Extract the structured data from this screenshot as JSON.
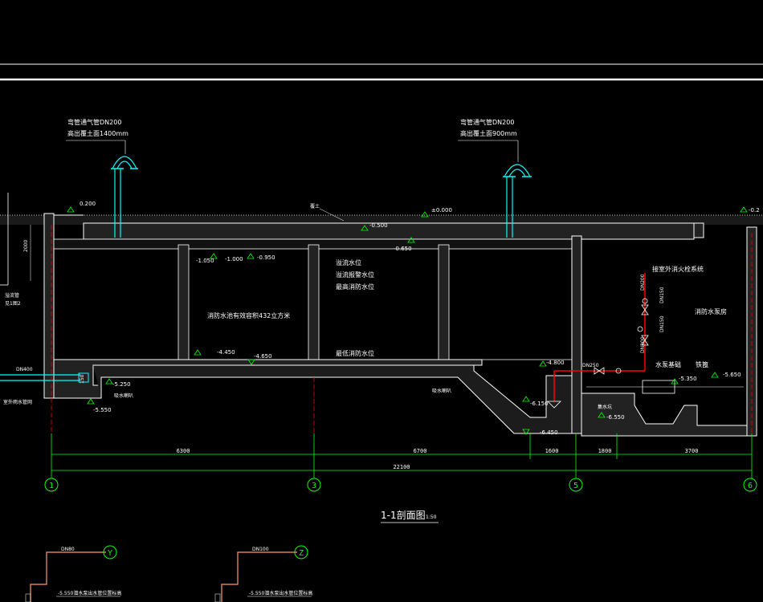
{
  "drawing": {
    "title": "1-1剖面图",
    "scale": "1:50",
    "colors": {
      "background": "#000000",
      "outline": "#ffffff",
      "dimension": "#00ff00",
      "pipe": "#00ffff",
      "fire_pipe": "#ff0000",
      "drain_pipe": "#ff9966",
      "level_mark": "#00ff00"
    },
    "vents": [
      {
        "label1": "弯管通气管DN200",
        "label2": "高出覆土面1400mm"
      },
      {
        "label1": "弯管通气管DN200",
        "label2": "高出覆土面900mm"
      }
    ],
    "elevations": {
      "e_0200": "0.200",
      "e_000": "±0.000",
      "e_0500": "-0.500",
      "e_0650": "-0.650",
      "e_1050": "-1.050",
      "e_1000": "-1.000",
      "e_0950": "-0.950",
      "e_4450": "-4.450",
      "e_4650": "-4.650",
      "e_4800": "-4.800",
      "e_5250": "-5.250",
      "e_5550": "-5.550",
      "e_6150": "-6.150",
      "e_6450": "-6.450",
      "e_5350": "-5.350",
      "e_5650": "-5.650",
      "e_6550": "-6.550",
      "e_right": "-0.2"
    },
    "labels": {
      "fill_soil": "覆土",
      "overflow_level": "溢流水位",
      "overflow_alarm": "溢流报警水位",
      "max_fire_level": "最高消防水位",
      "min_fire_level": "最低消防水位",
      "pool_volume": "消防水池有效容积432立方米",
      "fire_connector": "接室外消火栓系统",
      "pump_room": "消防水泵房",
      "pump_base": "水泵基础",
      "iron_grate": "铁篦",
      "sump": "集水坑",
      "suction_well_1": "吸水喇叭",
      "suction_well_2": "吸水喇叭",
      "dn400": "DN400",
      "dn250": "DN250",
      "dn200a": "DN200",
      "dn150": "DN150",
      "dn200b": "DN200",
      "flap": "150",
      "left_2000": "2000",
      "left_note1": "溢流管",
      "left_note2": "见1图2",
      "outside_pipe": "室外雨水管网",
      "sub1_dn": "DN80",
      "sub2_dn": "DN100",
      "sub1_note": "-5.550潜水泵出水管位置标高",
      "sub2_note": "-5.550潜水泵出水管位置标高",
      "sub1_tag": "Y",
      "sub2_tag": "Z"
    },
    "dimensions": {
      "d1": "6300",
      "d2": "6700",
      "d3": "1600",
      "d4": "1800",
      "d5": "3700",
      "total": "22100"
    },
    "axes": [
      "1",
      "3",
      "5",
      "6"
    ]
  }
}
